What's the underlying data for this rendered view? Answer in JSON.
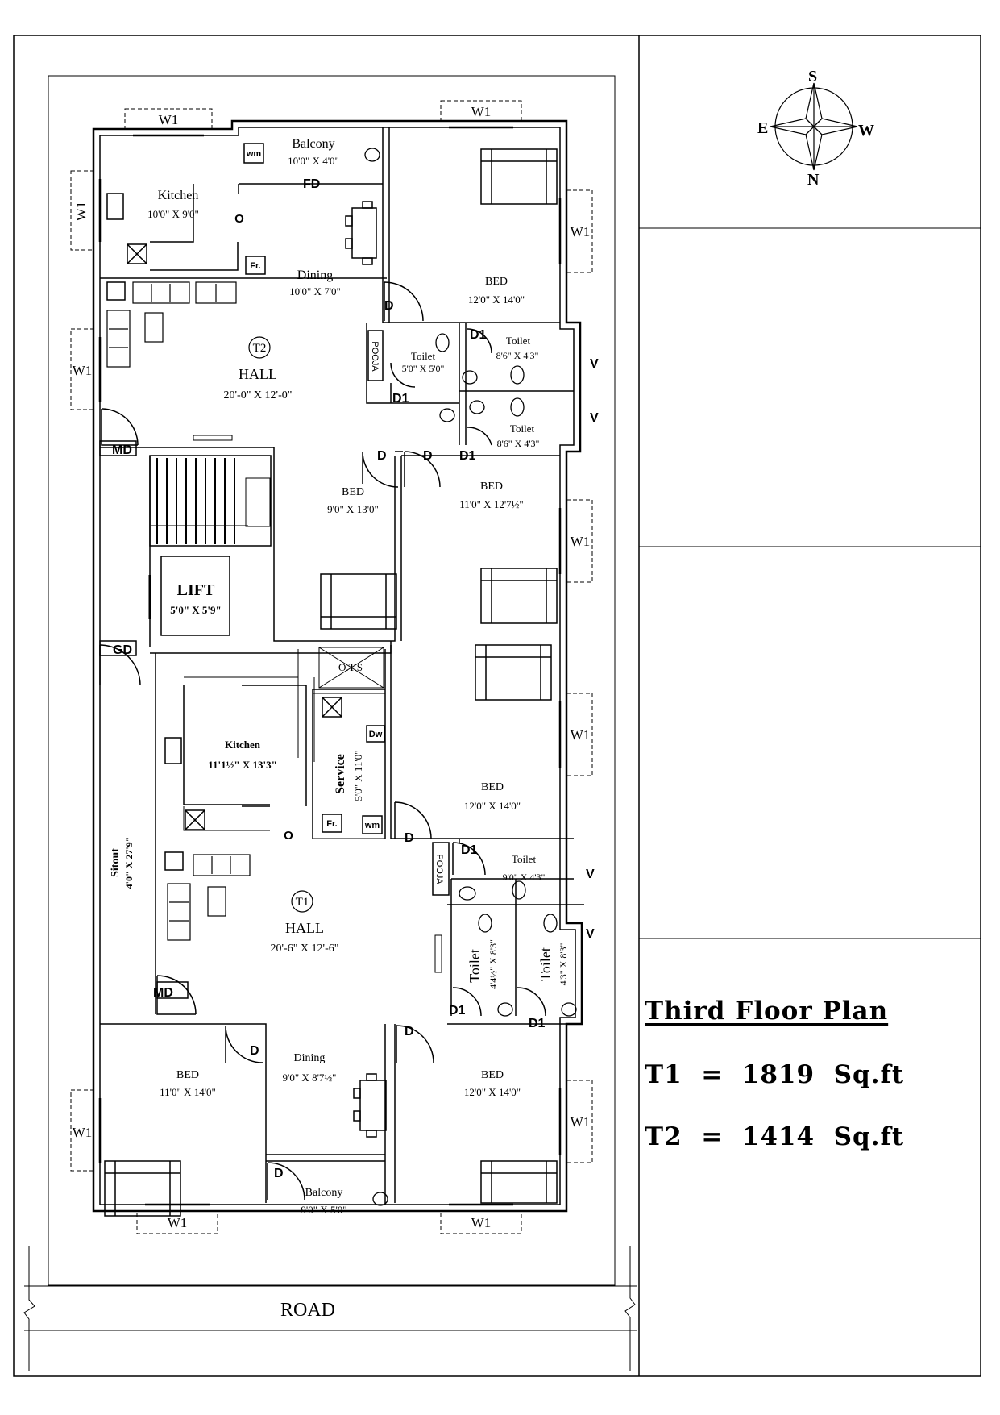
{
  "compass": {
    "s": "S",
    "e": "E",
    "w": "W",
    "n": "N"
  },
  "road": "ROAD",
  "legend": {
    "title": "Third Floor Plan",
    "t1_area": "T1  =  1819  Sq.ft",
    "t2_area": "T2  =  1414  Sq.ft"
  },
  "units": {
    "t2": "T2",
    "t1": "T1"
  },
  "rooms": {
    "t2_kitchen": {
      "name": "Kitchen",
      "size": "10'0\" X 9'0\""
    },
    "t2_balcony": {
      "name": "Balcony",
      "size": "10'0\" X 4'0\""
    },
    "t2_dining": {
      "name": "Dining",
      "size": "10'0\" X 7'0\""
    },
    "t2_hall": {
      "name": "HALL",
      "size": "20'-0\" X 12'-0\""
    },
    "t2_bed": {
      "name": "BED",
      "size": "12'0\" X 14'0\""
    },
    "t2_toilet_a": {
      "name": "Toilet",
      "size": "5'0\" X 5'0\""
    },
    "t2_toilet_b": {
      "name": "Toilet",
      "size": "8'6\" X 4'3\""
    },
    "t2_toilet_c": {
      "name": "Toilet",
      "size": "8'6\" X 4'3\""
    },
    "bed_mid_left": {
      "name": "BED",
      "size": "9'0\" X 13'0\""
    },
    "bed_mid_right": {
      "name": "BED",
      "size": "11'0\" X 12'7½\""
    },
    "lift": {
      "name": "LIFT",
      "size": "5'0\" X 5'9\""
    },
    "ots": {
      "name": "O.T.S"
    },
    "t1_kitchen": {
      "name": "Kitchen",
      "size": "11'1½\" X 13'3\""
    },
    "t1_service": {
      "name": "Service",
      "size": "5'0\" X 11'0\""
    },
    "t1_bed_a": {
      "name": "BED",
      "size": "12'0\" X 14'0\""
    },
    "t1_toilet_a": {
      "name": "Toilet",
      "size": "9'0\" X 4'3\""
    },
    "t1_toilet_b": {
      "name": "Toilet",
      "size": "4'4½\" X 8'3\""
    },
    "t1_toilet_c": {
      "name": "Toilet",
      "size": "4'3\" X 8'3\""
    },
    "t1_hall": {
      "name": "HALL",
      "size": "20'-6\" X 12'-6\""
    },
    "sitout": {
      "name": "Sitout",
      "size": "4'0\" X 27'9\""
    },
    "t1_bed_b": {
      "name": "BED",
      "size": "11'0\" X 14'0\""
    },
    "t1_dining": {
      "name": "Dining",
      "size": "9'0\" X 8'7½\""
    },
    "t1_balcony": {
      "name": "Balcony",
      "size": "9'0\" X 5'0\""
    },
    "t1_bed_c": {
      "name": "BED",
      "size": "12'0\" X 14'0\""
    }
  },
  "tags": {
    "w1": "W1",
    "d": "D",
    "d1": "D1",
    "md": "MD",
    "gd": "GD",
    "fd": "FD",
    "v": "V",
    "wm": "wm",
    "fr": "Fr.",
    "dw": "Dw",
    "pooja": "POOJA",
    "o": "O"
  }
}
